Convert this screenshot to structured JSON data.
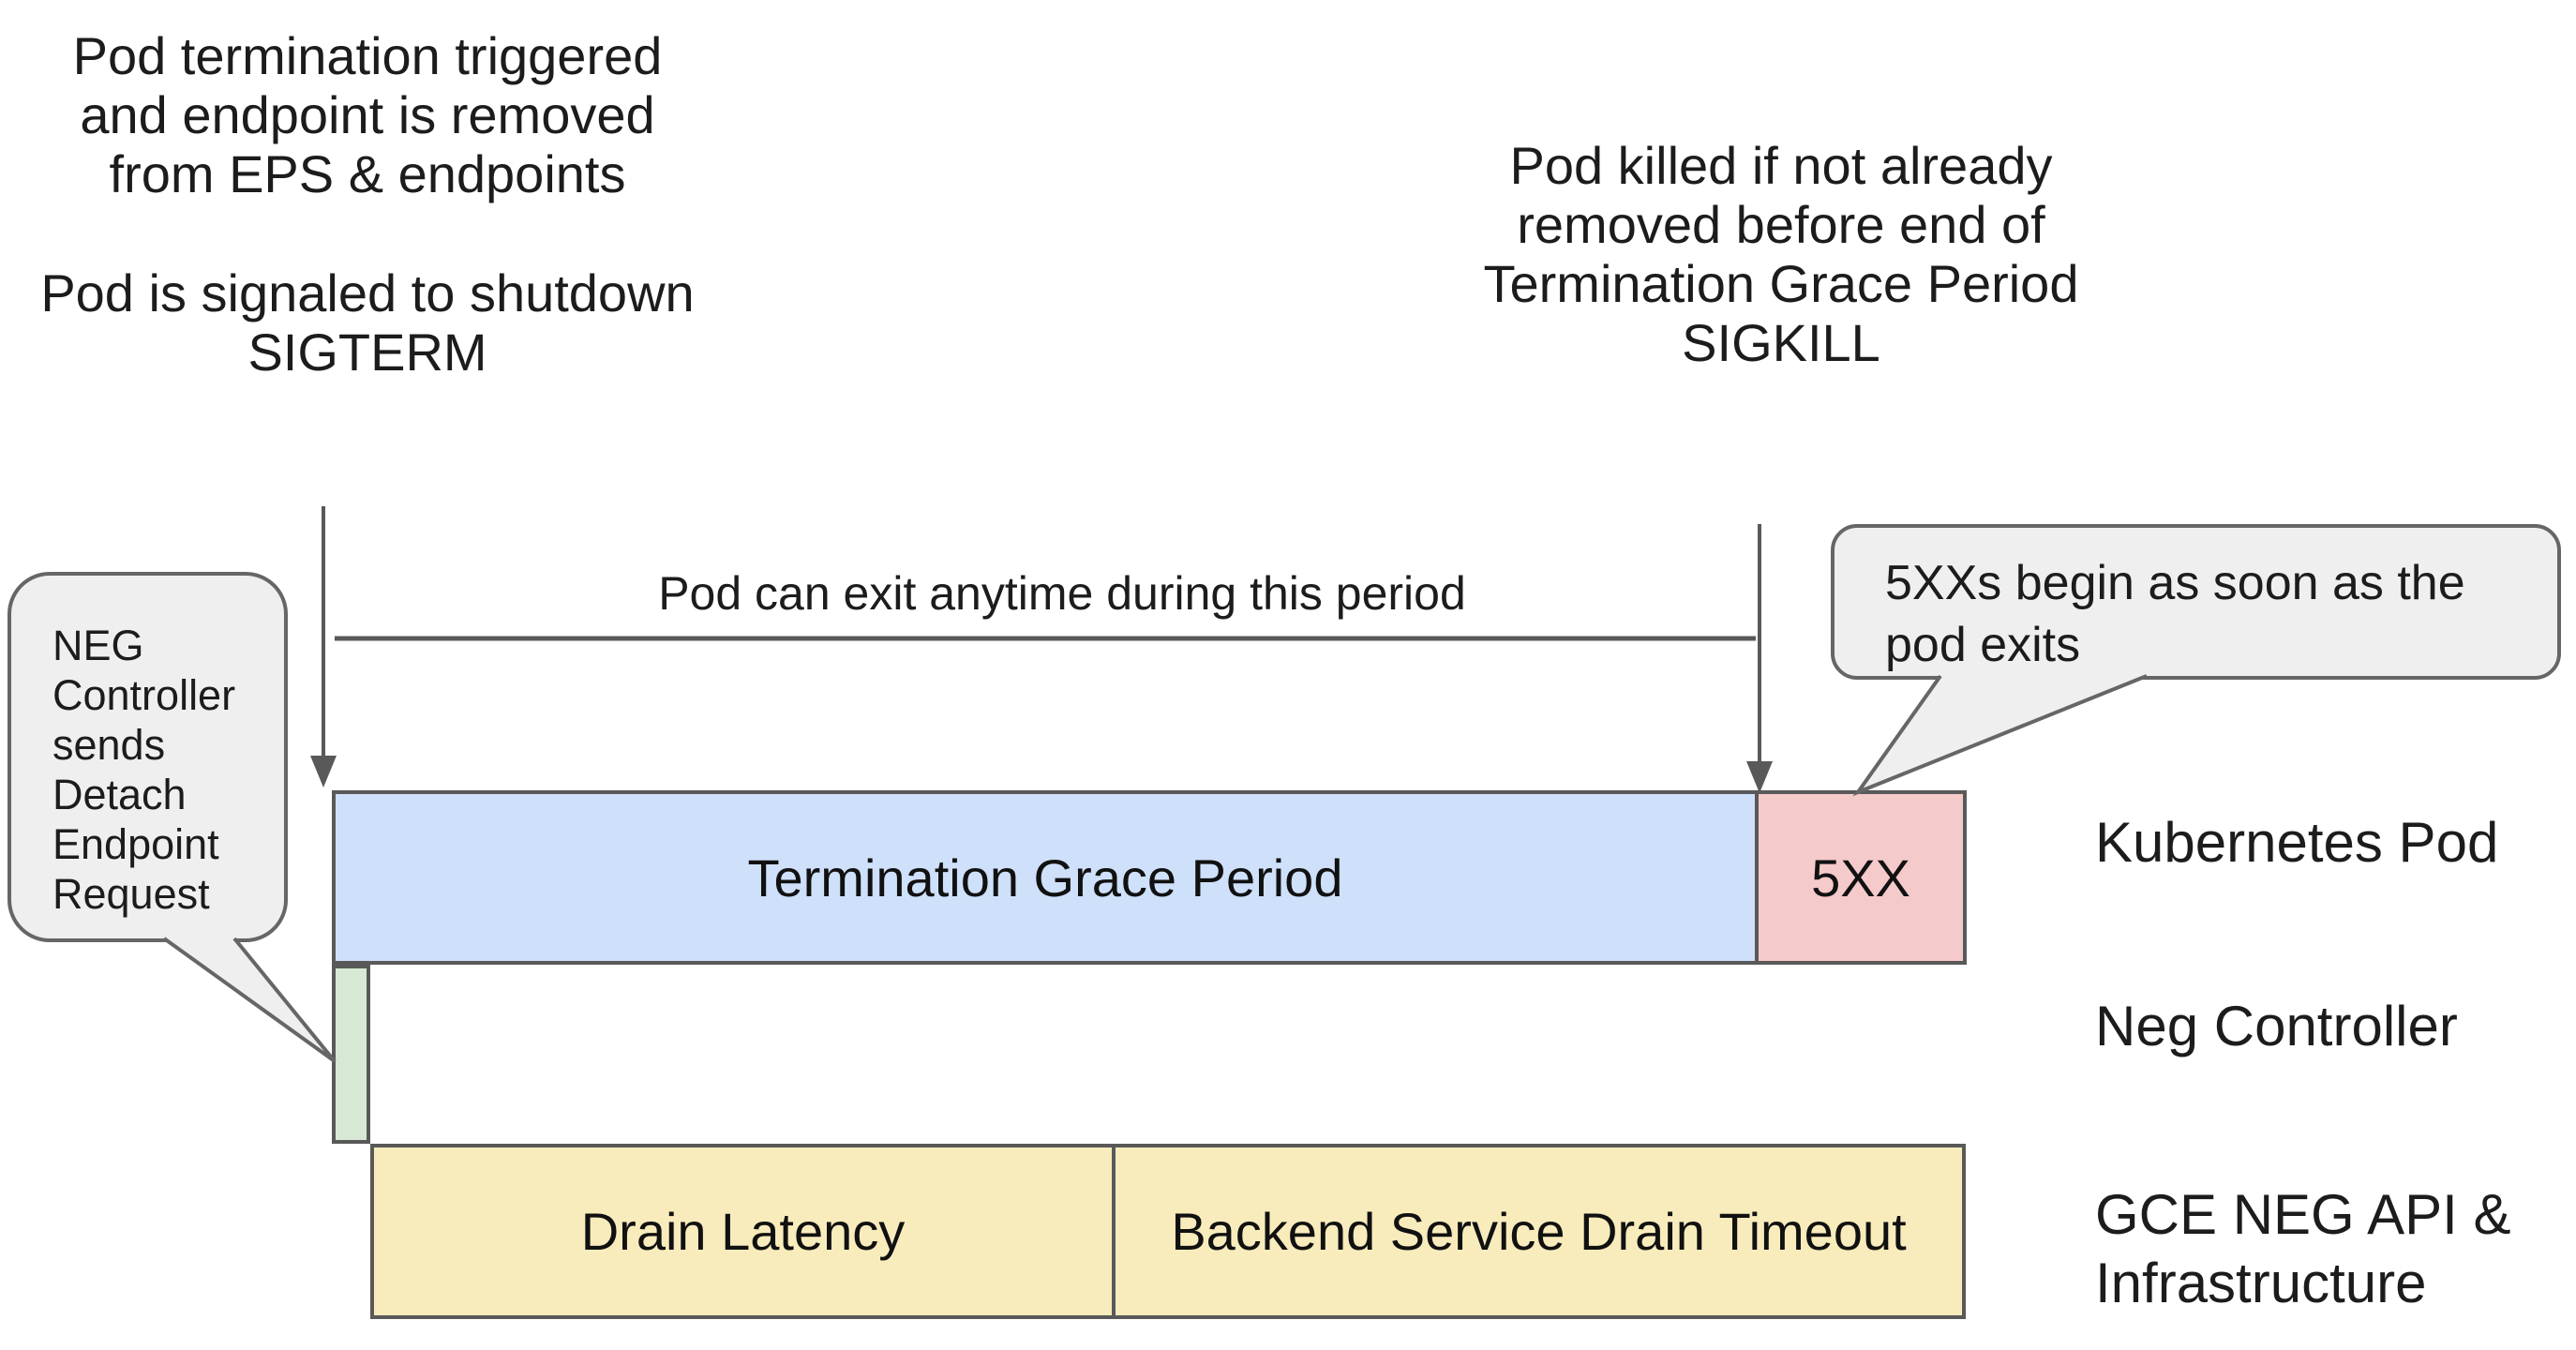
{
  "notes": {
    "top_left_primary": [
      "Pod termination triggered",
      "and endpoint is removed",
      "from EPS & endpoints"
    ],
    "top_left_secondary": [
      "Pod is signaled to shutdown",
      "SIGTERM"
    ],
    "top_right": [
      "Pod killed if not already",
      "removed before end of",
      "Termination Grace Period",
      "SIGKILL"
    ]
  },
  "timeline": {
    "span_label": "Pod can exit anytime during this period"
  },
  "callouts": {
    "left": {
      "lines": [
        "NEG",
        "Controller",
        "sends",
        "Detach",
        "Endpoint",
        "Request"
      ]
    },
    "right": {
      "lines": [
        "5XXs begin as soon as the",
        "pod exits"
      ]
    }
  },
  "rows": {
    "kubernetes_pod": {
      "label": "Kubernetes Pod",
      "segments": [
        {
          "label": "Termination Grace Period",
          "color": "#cfe0fa"
        },
        {
          "label": "5XX",
          "color": "#f5caca"
        }
      ]
    },
    "neg_controller": {
      "label": "Neg Controller",
      "segments": [
        {
          "label": "",
          "color": "#d7e9d4"
        }
      ]
    },
    "gce_neg_api": {
      "label_lines": [
        "GCE NEG API &",
        "Infrastructure"
      ],
      "segments": [
        {
          "label": "Drain Latency",
          "color": "#f9ecbc"
        },
        {
          "label": "Backend Service Drain Timeout",
          "color": "#f9ecbc"
        }
      ]
    }
  },
  "colors": {
    "grace_period_fill": "#cfe0fa",
    "error_fill": "#f5caca",
    "detach_fill": "#d7e9d4",
    "drain_fill": "#f9ecbc",
    "callout_fill": "#efefef",
    "stroke": "#595959",
    "text": "#1c1c1c"
  }
}
